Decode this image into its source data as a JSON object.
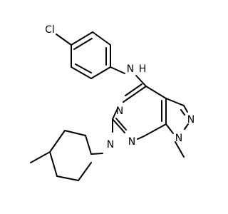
{
  "molecule": {
    "atoms": [
      {
        "id": "cl",
        "text": "Cl",
        "color": "#000000"
      },
      {
        "id": "nh",
        "text": "N",
        "color": "#000000"
      },
      {
        "id": "h",
        "text": "H",
        "color": "#000000"
      },
      {
        "id": "n_pyr_top",
        "text": "N",
        "color": "#000000"
      },
      {
        "id": "n_pyr_bottom",
        "text": "N",
        "color": "#000000"
      },
      {
        "id": "n_pz_2",
        "text": "N",
        "color": "#000000"
      },
      {
        "id": "n_pz_1",
        "text": "N",
        "color": "#000000"
      },
      {
        "id": "n_pip",
        "text": "N",
        "color": "#000000"
      }
    ]
  }
}
